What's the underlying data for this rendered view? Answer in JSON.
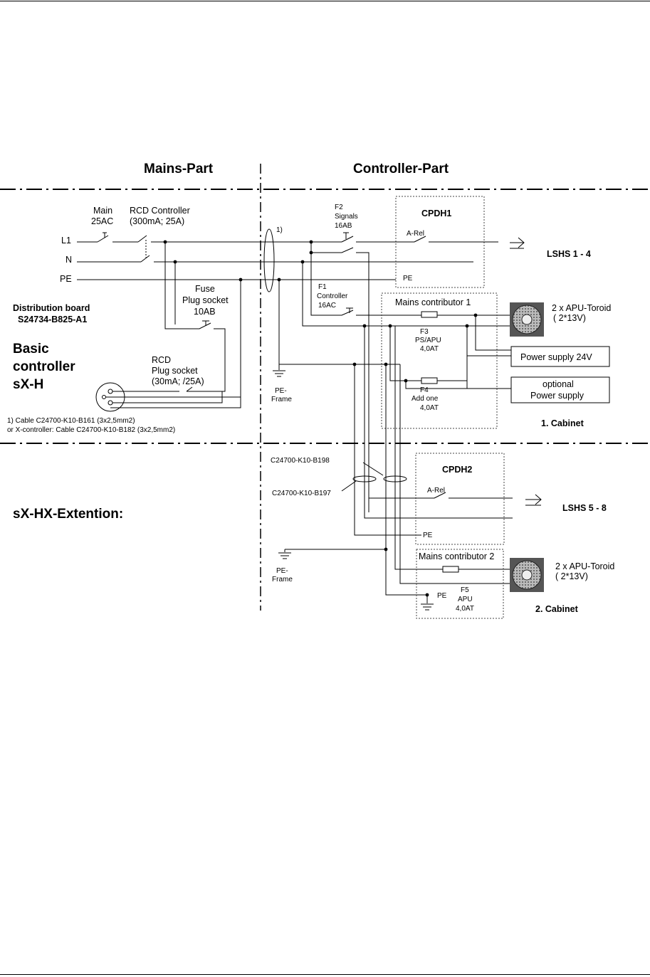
{
  "headers": {
    "mains_part": "Mains-Part",
    "controller_part": "Controller-Part"
  },
  "mains": {
    "main_switch": {
      "name": "Main",
      "rating": "25AC"
    },
    "rcd_controller": {
      "name": "RCD Controller",
      "rating": "(300mA;  25A)"
    },
    "lines": {
      "l1": "L1",
      "n": "N",
      "pe": "PE"
    },
    "fuse": {
      "name": "Fuse",
      "desc": "Plug socket",
      "rating": "10AB"
    },
    "distribution_board": {
      "title": "Distribution board",
      "code": "S24734-B825-A1"
    },
    "basic_controller": [
      "Basic",
      "controller",
      "sX-H"
    ],
    "rcd_socket": {
      "name": "RCD",
      "desc": "Plug socket",
      "rating": "(30mA; /25A)"
    },
    "cable_note_1": "1) Cable C24700-K10-B161 (3x2,5mm2)",
    "cable_note_2": "or X-controller: Cable C24700-K10-B182 (3x2,5mm2)",
    "extension": "sX-HX-Extention:"
  },
  "controller": {
    "cable_mark": "1)",
    "f2": {
      "name": "F2",
      "desc": "Signals",
      "rating": "16AB"
    },
    "f1": {
      "name": "F1",
      "desc": "Controller",
      "rating": "16AC"
    },
    "pe_frame_1": [
      "PE-",
      "Frame"
    ],
    "pe_frame_2": [
      "PE-",
      "Frame"
    ],
    "cpdh1": {
      "title": "CPDH1",
      "relay": "A-Rel",
      "pe": "PE"
    },
    "lshs_1": "LSHS 1 - 4",
    "mains_contributor_1": "Mains contributor 1",
    "f3": {
      "name": "F3",
      "desc": "PS/APU",
      "rating": "4,0AT"
    },
    "f4": {
      "name": "F4",
      "desc": "Add one",
      "rating": "4,0AT"
    },
    "toroid_1": {
      "label": "2 x APU-Toroid",
      "spec": "( 2*13V)"
    },
    "power_supply_24v": "Power supply 24V",
    "optional_supply": [
      "optional",
      "Power supply"
    ],
    "cabinet_1": "1. Cabinet",
    "cable_b198": "C24700-K10-B198",
    "cable_b197": "C24700-K10-B197",
    "cpdh2": {
      "title": "CPDH2",
      "relay": "A-Rel",
      "pe": "PE"
    },
    "lshs_2": "LSHS 5 - 8",
    "mains_contributor_2": "Mains contributor 2",
    "f5": {
      "name": "F5",
      "desc": "APU",
      "rating": "4,0AT",
      "pe": "PE"
    },
    "toroid_2": {
      "label": "2 x APU-Toroid",
      "spec": "( 2*13V)"
    },
    "cabinet_2": "2. Cabinet"
  }
}
